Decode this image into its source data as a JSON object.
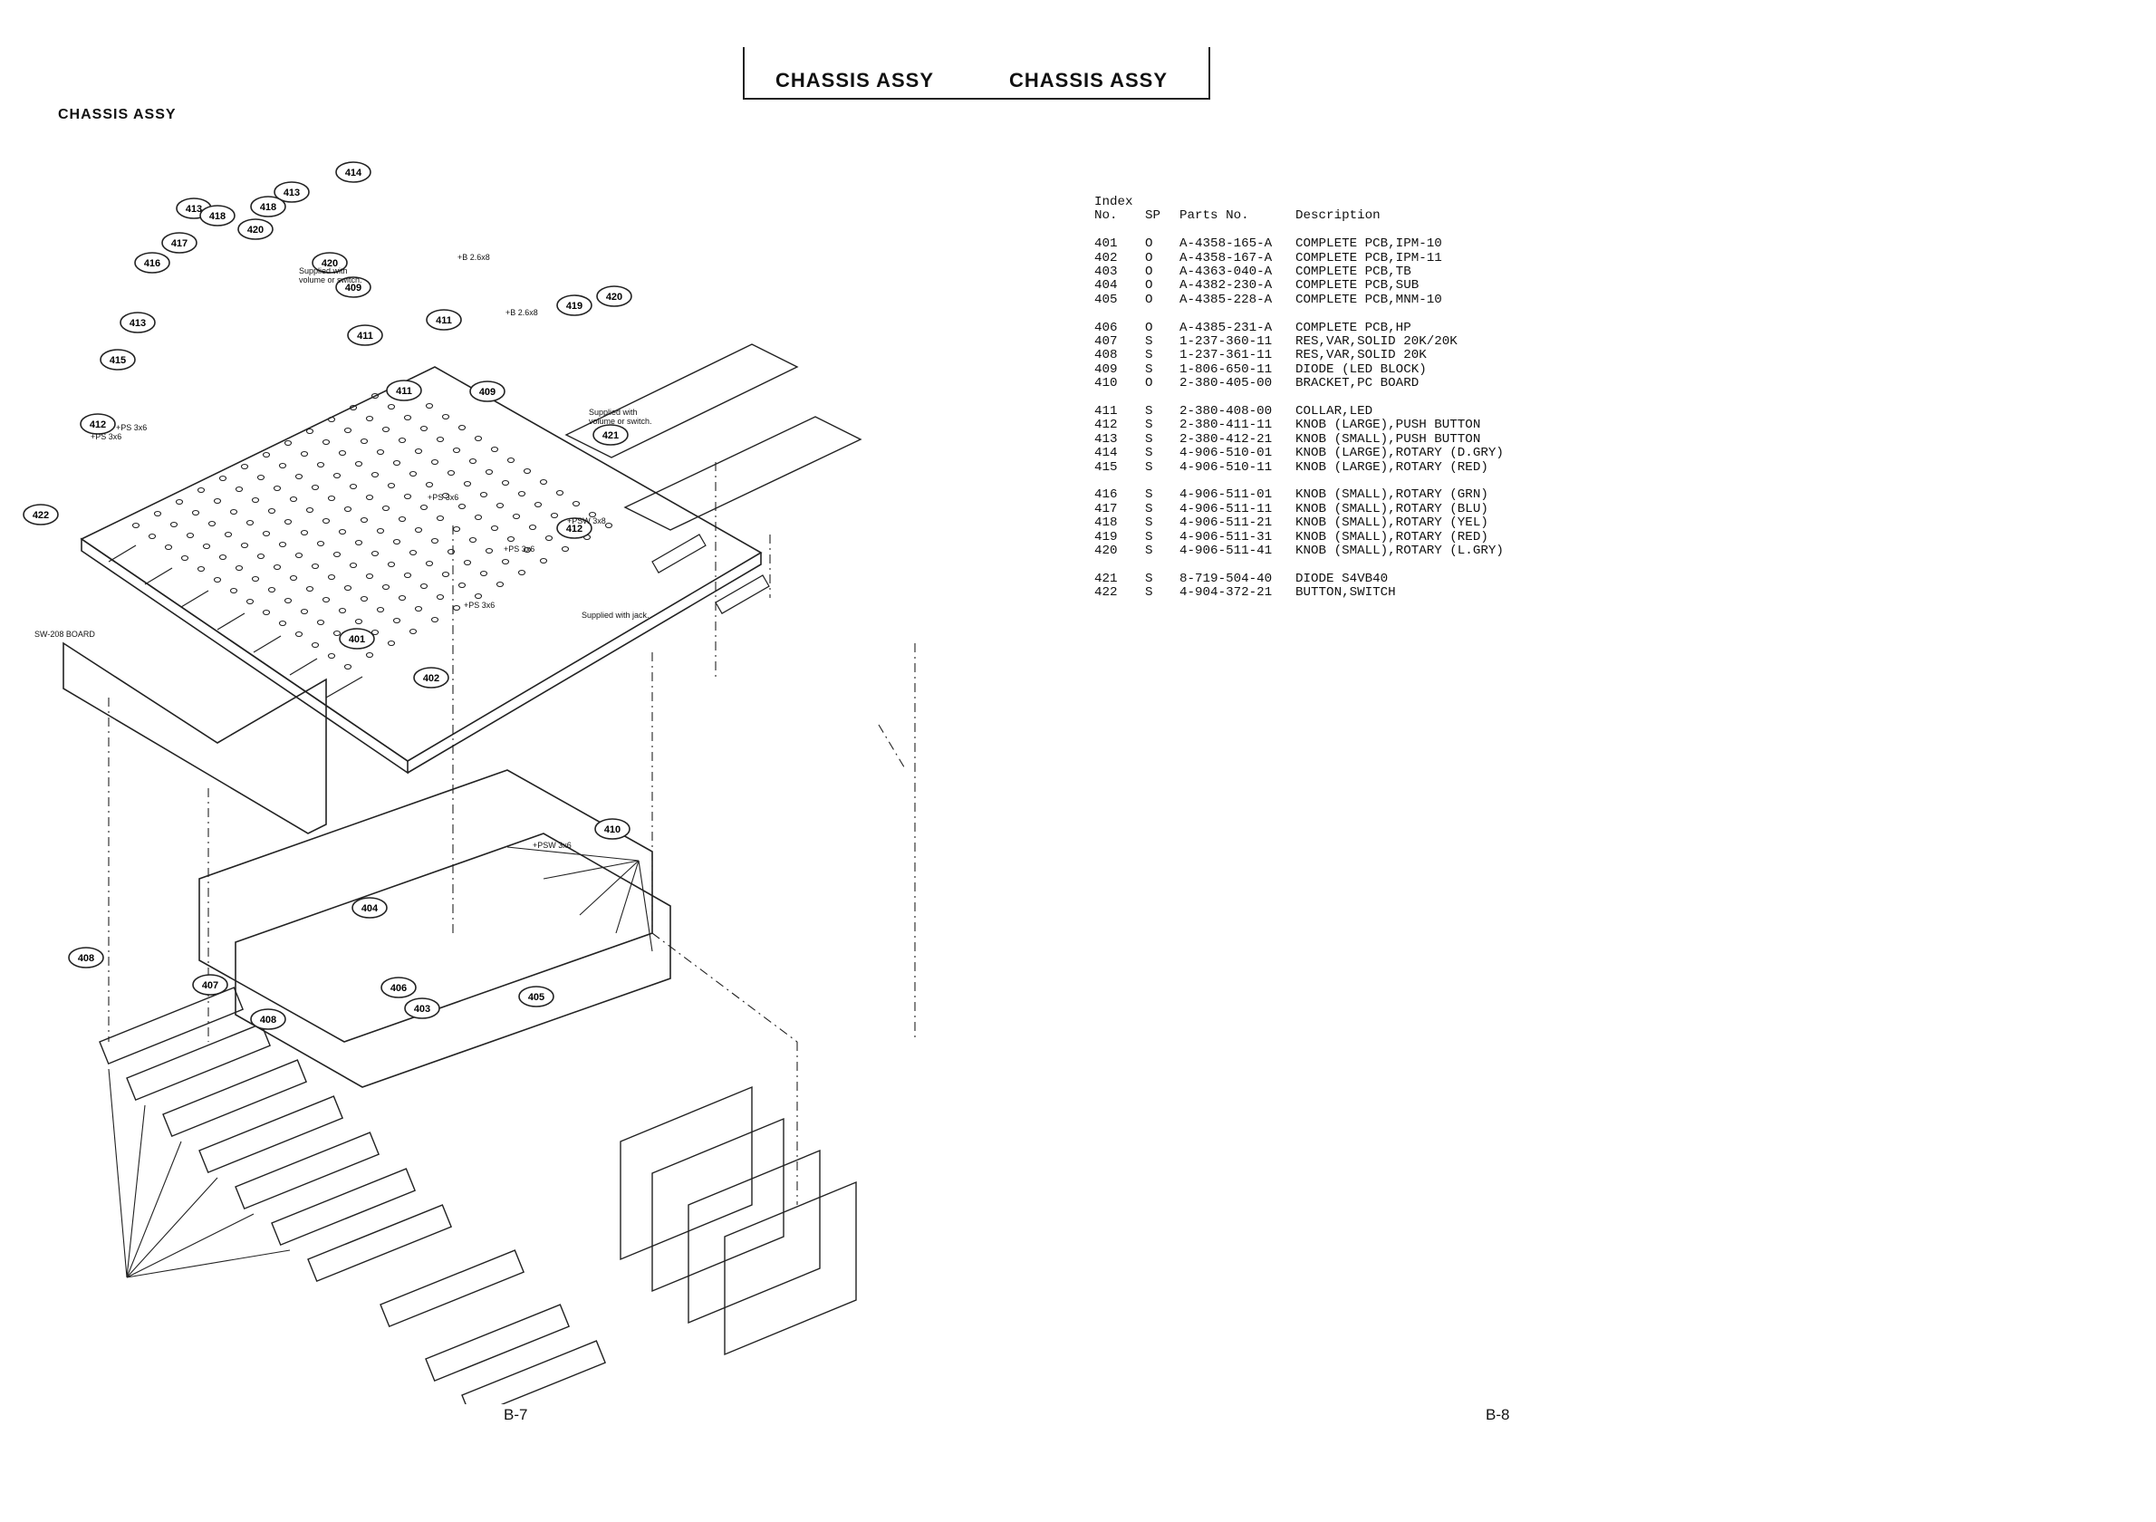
{
  "header": {
    "title_left": "CHASSIS ASSY",
    "title_right": "CHASSIS ASSY"
  },
  "section_title": "CHASSIS ASSY",
  "page_left": "B-7",
  "page_right": "B-8",
  "table": {
    "headers": {
      "index_top": "Index",
      "index_bottom": "No.",
      "sp": "SP",
      "parts": "Parts No.",
      "desc": "Description"
    },
    "groups": [
      [
        {
          "idx": "401",
          "sp": "O",
          "pn": "A-4358-165-A",
          "desc": "COMPLETE PCB,IPM-10"
        },
        {
          "idx": "402",
          "sp": "O",
          "pn": "A-4358-167-A",
          "desc": "COMPLETE PCB,IPM-11"
        },
        {
          "idx": "403",
          "sp": "O",
          "pn": "A-4363-040-A",
          "desc": "COMPLETE PCB,TB"
        },
        {
          "idx": "404",
          "sp": "O",
          "pn": "A-4382-230-A",
          "desc": "COMPLETE PCB,SUB"
        },
        {
          "idx": "405",
          "sp": "O",
          "pn": "A-4385-228-A",
          "desc": "COMPLETE PCB,MNM-10"
        }
      ],
      [
        {
          "idx": "406",
          "sp": "O",
          "pn": "A-4385-231-A",
          "desc": "COMPLETE PCB,HP"
        },
        {
          "idx": "407",
          "sp": "S",
          "pn": "1-237-360-11",
          "desc": "RES,VAR,SOLID 20K/20K"
        },
        {
          "idx": "408",
          "sp": "S",
          "pn": "1-237-361-11",
          "desc": "RES,VAR,SOLID 20K"
        },
        {
          "idx": "409",
          "sp": "S",
          "pn": "1-806-650-11",
          "desc": "DIODE (LED BLOCK)"
        },
        {
          "idx": "410",
          "sp": "O",
          "pn": "2-380-405-00",
          "desc": "BRACKET,PC BOARD"
        }
      ],
      [
        {
          "idx": "411",
          "sp": "S",
          "pn": "2-380-408-00",
          "desc": "COLLAR,LED"
        },
        {
          "idx": "412",
          "sp": "S",
          "pn": "2-380-411-11",
          "desc": "KNOB (LARGE),PUSH BUTTON"
        },
        {
          "idx": "413",
          "sp": "S",
          "pn": "2-380-412-21",
          "desc": "KNOB (SMALL),PUSH BUTTON"
        },
        {
          "idx": "414",
          "sp": "S",
          "pn": "4-906-510-01",
          "desc": "KNOB (LARGE),ROTARY (D.GRY)"
        },
        {
          "idx": "415",
          "sp": "S",
          "pn": "4-906-510-11",
          "desc": "KNOB (LARGE),ROTARY (RED)"
        }
      ],
      [
        {
          "idx": "416",
          "sp": "S",
          "pn": "4-906-511-01",
          "desc": "KNOB (SMALL),ROTARY (GRN)"
        },
        {
          "idx": "417",
          "sp": "S",
          "pn": "4-906-511-11",
          "desc": "KNOB (SMALL),ROTARY (BLU)"
        },
        {
          "idx": "418",
          "sp": "S",
          "pn": "4-906-511-21",
          "desc": "KNOB (SMALL),ROTARY (YEL)"
        },
        {
          "idx": "419",
          "sp": "S",
          "pn": "4-906-511-31",
          "desc": "KNOB (SMALL),ROTARY (RED)"
        },
        {
          "idx": "420",
          "sp": "S",
          "pn": "4-906-511-41",
          "desc": "KNOB (SMALL),ROTARY (L.GRY)"
        }
      ],
      [
        {
          "idx": "421",
          "sp": "S",
          "pn": "8-719-504-40",
          "desc": "DIODE S4VB40"
        },
        {
          "idx": "422",
          "sp": "S",
          "pn": "4-904-372-21",
          "desc": "BUTTON,SWITCH"
        }
      ]
    ]
  },
  "diagram": {
    "callouts": [
      "413",
      "414",
      "418",
      "420",
      "413",
      "418",
      "417",
      "416",
      "420",
      "413",
      "415",
      "412",
      "422",
      "409",
      "411",
      "411",
      "411",
      "409",
      "419",
      "420",
      "421",
      "412",
      "401",
      "402",
      "410",
      "404",
      "406",
      "403",
      "405",
      "407",
      "408",
      "408"
    ],
    "notes": {
      "b26x8_top": "+B 2.6x8",
      "b26x8_mid": "+B 2.6x8",
      "supplied_vol_1_a": "Supplied with",
      "supplied_vol_1_b": "volume or switch.",
      "supplied_vol_2_a": "Supplied with",
      "supplied_vol_2_b": "volume or switch.",
      "ps3x6_a": "+PS 3x6",
      "ps3x6_b": "+PS 3x6",
      "ps3x6_c": "+PS 3x6",
      "ps3x6_d": "+PS 3x6",
      "ps3x6_e": "+PS 3x6",
      "psw3x8": "+PSW 3x8",
      "psw3x6": "+PSW 3x6",
      "supplied_jack": "Supplied with jack.",
      "sw_board": "SW-208 BOARD"
    }
  }
}
